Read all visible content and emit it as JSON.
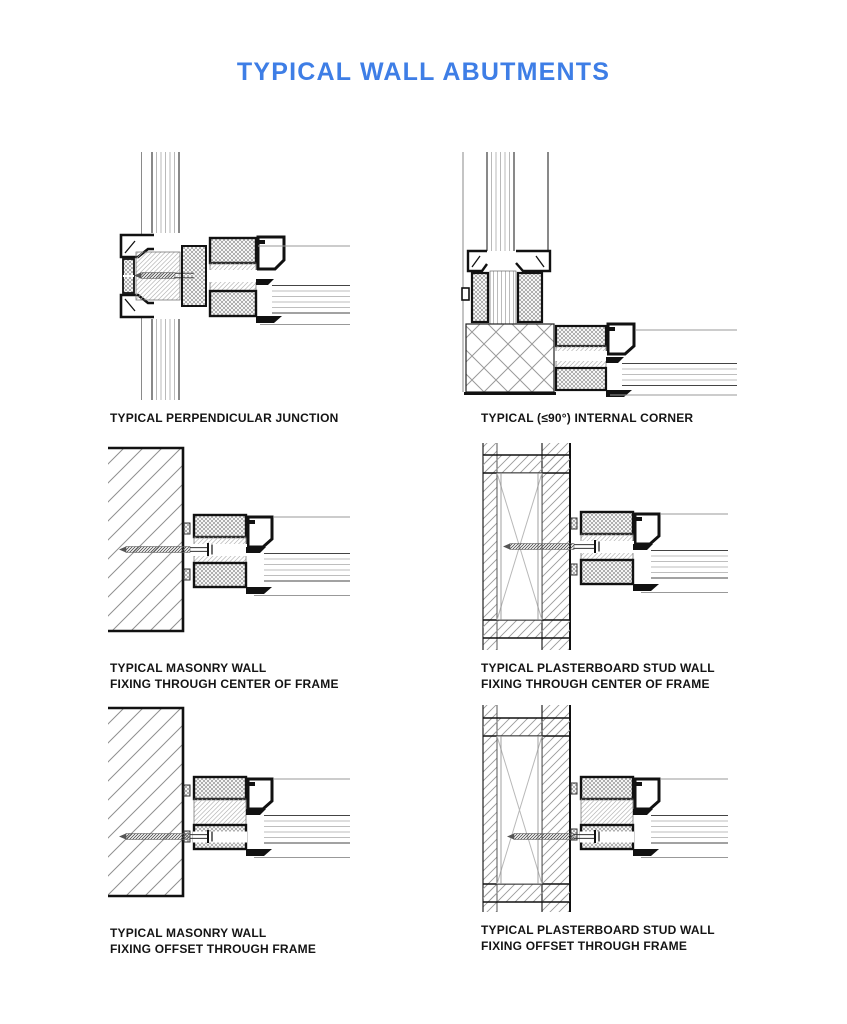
{
  "title": "TYPICAL WALL ABUTMENTS",
  "accent_color": "#3e7ee6",
  "line_color": "#111111",
  "panels": [
    {
      "id": "perpendicular-junction",
      "label_line1": "TYPICAL PERPENDICULAR JUNCTION"
    },
    {
      "id": "internal-corner",
      "label_line1": "TYPICAL (≤90°) INTERNAL CORNER"
    },
    {
      "id": "masonry-center",
      "label_line1": "TYPICAL MASONRY WALL",
      "label_line2": "FIXING THROUGH CENTER OF FRAME"
    },
    {
      "id": "plasterboard-center",
      "label_line1": "TYPICAL PLASTERBOARD STUD WALL",
      "label_line2": "FIXING THROUGH CENTER OF FRAME"
    },
    {
      "id": "masonry-offset",
      "label_line1": "TYPICAL MASONRY WALL",
      "label_line2": "FIXING OFFSET THROUGH FRAME"
    },
    {
      "id": "plasterboard-offset",
      "label_line1": "TYPICAL PLASTERBOARD STUD WALL",
      "label_line2": "FIXING OFFSET THROUGH FRAME"
    }
  ]
}
